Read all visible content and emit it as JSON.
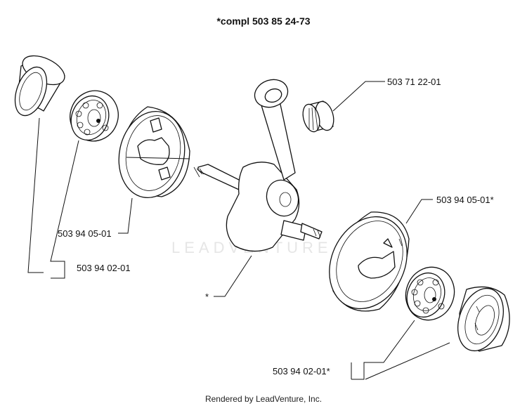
{
  "diagram": {
    "title": "*compl 503 85 24-73",
    "footer": "Rendered by LeadVenture, Inc.",
    "watermark": "LEADVENTURE",
    "parts": [
      {
        "id": "needle-bearing",
        "label": "503 71 22-01"
      },
      {
        "id": "flywheel-half-left",
        "label": "503 94 05-01"
      },
      {
        "id": "bearing-seal-left",
        "label": "503 94 02-01"
      },
      {
        "id": "flywheel-half-right",
        "label": "503 94 05-01*"
      },
      {
        "id": "crankshaft",
        "label": "*"
      },
      {
        "id": "bearing-seal-right",
        "label": "503 94 02-01*"
      }
    ]
  }
}
